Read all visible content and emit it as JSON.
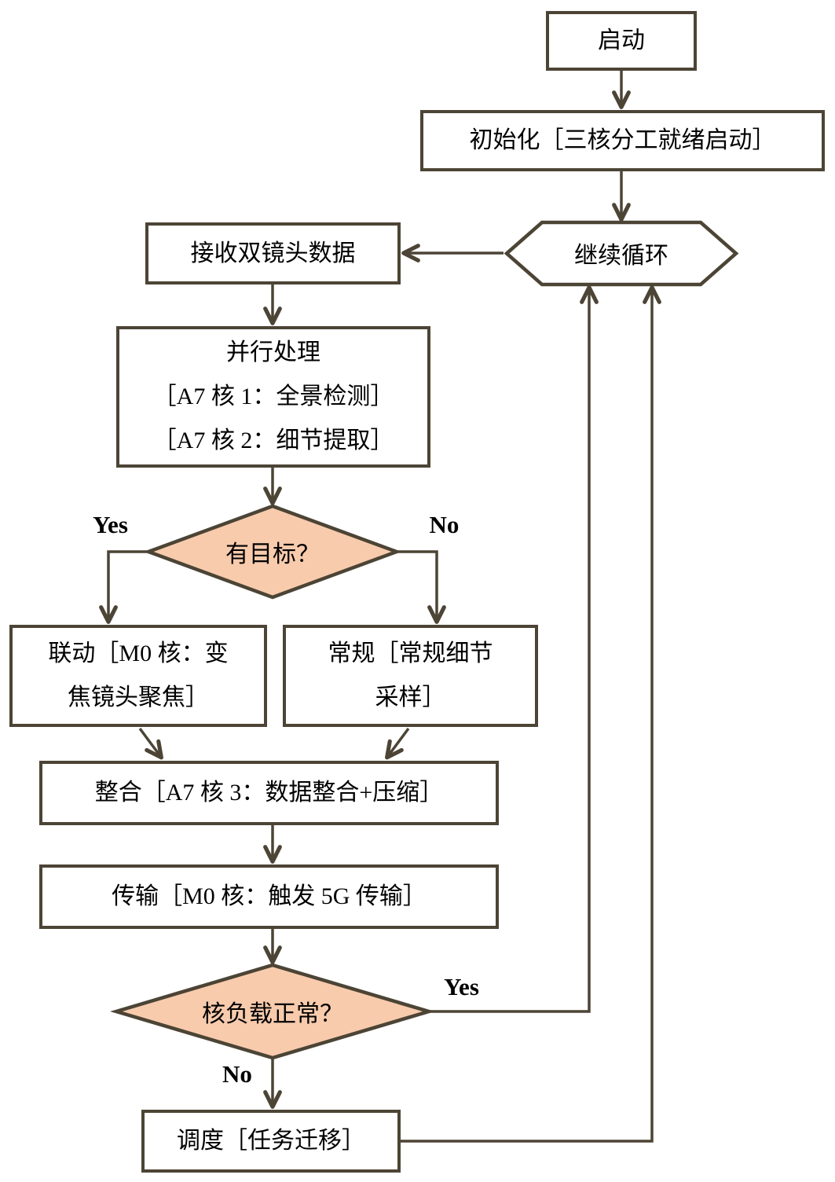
{
  "diagram": {
    "type": "flowchart",
    "language": "zh-CN"
  },
  "colors": {
    "shape_border": "#4c4435",
    "connector": "#4c4435",
    "decision_fill": "#f8cbad",
    "process_fill": "#ffffff",
    "background": "#ffffff",
    "text": "#000000"
  },
  "nodes": {
    "start": {
      "shape": "rectangle",
      "label": "启动"
    },
    "init": {
      "shape": "rectangle",
      "label": "初始化［三核分工就绪启动］"
    },
    "loop": {
      "shape": "hexagon",
      "label": "继续循环"
    },
    "receive": {
      "shape": "rectangle",
      "label": "接收双镜头数据"
    },
    "parallel": {
      "shape": "rectangle",
      "line1": "并行处理",
      "line2": "［A7 核 1：全景检测］",
      "line3": "［A7 核 2：细节提取］"
    },
    "decision_target": {
      "shape": "diamond",
      "label": "有目标？"
    },
    "linkage": {
      "shape": "rectangle",
      "line1": "联动［M0 核：变",
      "line2": "焦镜头聚焦］"
    },
    "regular": {
      "shape": "rectangle",
      "line1": "常规［常规细节",
      "line2": "采样］"
    },
    "integrate": {
      "shape": "rectangle",
      "label": "整合［A7 核 3：数据整合+压缩］"
    },
    "transmit": {
      "shape": "rectangle",
      "label": "传输［M0 核：触发 5G 传输］"
    },
    "decision_load": {
      "shape": "diamond",
      "label": "核负载正常？"
    },
    "schedule": {
      "shape": "rectangle",
      "label": "调度［任务迁移］"
    }
  },
  "edge_labels": {
    "target_yes": "Yes",
    "target_no": "No",
    "load_yes": "Yes",
    "load_no": "No"
  }
}
